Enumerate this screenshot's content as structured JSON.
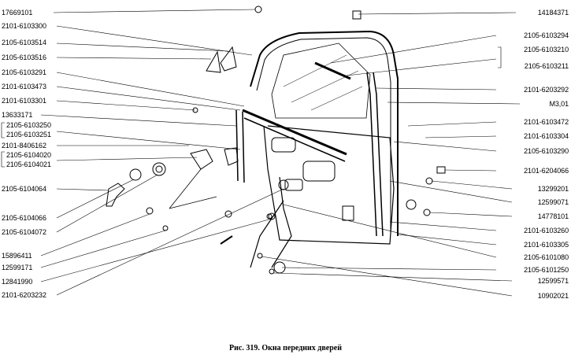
{
  "caption": "Рис. 319. Окна передних дверей",
  "left_labels": [
    "17669101",
    "2101-6103300",
    "2105-6103514",
    "2105-6103516",
    "2105-6103291",
    "2101-6103473",
    "2101-6103301",
    "13633171",
    "2105-6103250",
    "2105-6103251",
    "2101-8406162",
    "2105-6104020",
    "2105-6104021",
    "2105-6104064",
    "2105-6104066",
    "2105-6104072",
    "15896411",
    "12599171",
    "12841990",
    "2101-6203232"
  ],
  "right_labels": [
    "14184371",
    "2105-6103294",
    "2105-6103210",
    "2105-6103211",
    "2101-6203292",
    "М3,01",
    "2101-6103472",
    "2101-6103304",
    "2105-6103290",
    "2101-6204066",
    "13299201",
    "12599071",
    "14778101",
    "2101-6103260",
    "2101-6103305",
    "2105-6101080",
    "2105-6101250",
    "12599571",
    "10902021"
  ]
}
